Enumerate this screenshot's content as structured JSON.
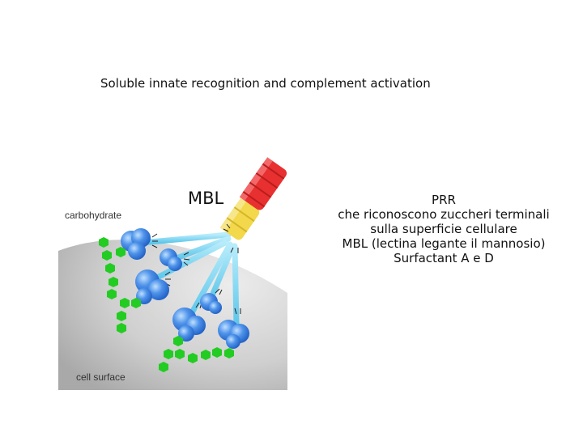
{
  "title": "Soluble innate recognition and complement activation",
  "figure": {
    "label_carbohydrate": "carbohydrate",
    "label_cell_surface": "cell surface",
    "label_mbl": "MBL"
  },
  "description": {
    "lines": [
      "PRR",
      "che riconoscono zuccheri terminali",
      "sulla superficie cellulare",
      "MBL (lectina legante il mannosio)",
      "Surfactant A e D"
    ]
  },
  "colors": {
    "cell_surface": "#c8c8c8",
    "carbohydrate": "#22cc22",
    "lectin_head": "#4a8ee8",
    "stalk": "#7fd8f2",
    "collagen_red": "#e83030",
    "collagen_yellow": "#f2d84a"
  }
}
